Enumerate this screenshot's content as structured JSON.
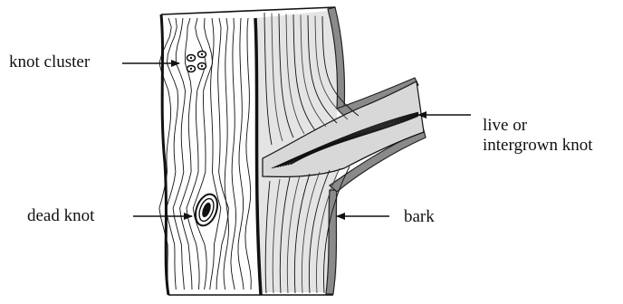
{
  "labels": {
    "knot_cluster": "knot cluster",
    "dead_knot": "dead knot",
    "bark": "bark",
    "live_knot_line1": "live or",
    "live_knot_line2": "intergrown knot"
  },
  "colors": {
    "ink": "#111111",
    "bark_gray": "#8a8a8a",
    "grain_gray": "#d2d2d2",
    "background": "#ffffff"
  }
}
